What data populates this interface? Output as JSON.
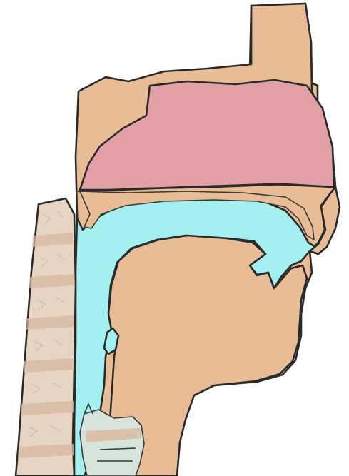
{
  "diagram": {
    "title": "",
    "labels": [],
    "colors": {
      "tissue": "#e8bc94",
      "nasal_cavity": "#e2a0a6",
      "airway": "#a4f0f0",
      "spine": "#e7d5c4",
      "spine_band": "#d9b8a0",
      "cartilage": "#d6e4dc",
      "outline": "#2a2a2a",
      "background": "#ffffff"
    },
    "parts": [
      "nose",
      "nasal-cavity",
      "hard-palate",
      "airway",
      "tongue",
      "cervical-spine",
      "larynx",
      "lips",
      "chin-neck"
    ]
  }
}
